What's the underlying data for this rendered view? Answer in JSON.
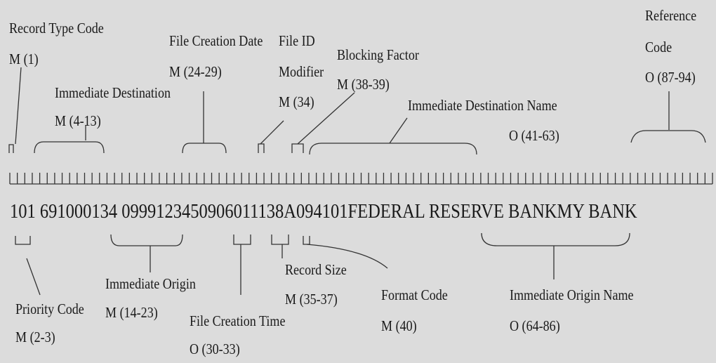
{
  "fields_top": [
    {
      "key": "record_type",
      "name": "Record Type Code",
      "code": "M (1)"
    },
    {
      "key": "immediate_destination",
      "name": "Immediate Destination",
      "code": "M (4-13)"
    },
    {
      "key": "file_creation_date",
      "name": "File Creation Date",
      "code": "M (24-29)"
    },
    {
      "key": "file_id_modifier",
      "name_line1": "File ID",
      "name_line2": "Modifier",
      "code": "M (34)"
    },
    {
      "key": "blocking_factor",
      "name": "Blocking Factor",
      "code": "M (38-39)"
    },
    {
      "key": "immediate_destination_name",
      "name": "Immediate Destination Name",
      "code": "O (41-63)"
    },
    {
      "key": "reference_code",
      "name_line1": "Reference",
      "name_line2": "Code",
      "code": "O (87-94)"
    }
  ],
  "record_string": "101 691000134  0999123450906011138A094101FEDERAL RESERVE BANKMY BANK",
  "fields_bottom": [
    {
      "key": "priority_code",
      "name": "Priority Code",
      "code": "M (2-3)"
    },
    {
      "key": "immediate_origin",
      "name": "Immediate Origin",
      "code": "M (14-23)"
    },
    {
      "key": "file_creation_time",
      "name": "File Creation Time",
      "code": "O (30-33)"
    },
    {
      "key": "record_size",
      "name": "Record Size",
      "code": "M (35-37)"
    },
    {
      "key": "format_code",
      "name": "Format Code",
      "code": "M (40)"
    },
    {
      "key": "immediate_origin_name",
      "name": "Immediate Origin Name",
      "code": "O (64-86)"
    }
  ],
  "colors": {
    "background": "#dcdcdc",
    "ink": "#1a1a1a"
  }
}
